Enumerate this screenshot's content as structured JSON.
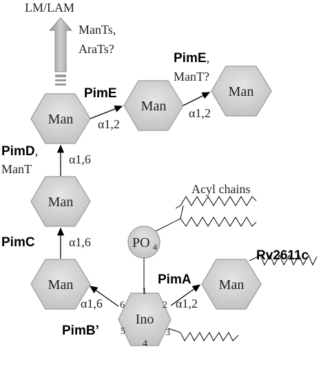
{
  "top_label": "LM/LAM",
  "arrow_note": [
    "ManTs,",
    "AraTs?"
  ],
  "nodes": {
    "man_top_left": "Man",
    "man_top_mid": "Man",
    "man_top_right": "Man",
    "man_mid": "Man",
    "man_low": "Man",
    "man_right": "Man",
    "inositol": "Ino",
    "phosphate": "PO"
  },
  "phosphate_subscript": "4",
  "inositol_positions": [
    "1",
    "2",
    "3",
    "4",
    "5",
    "6"
  ],
  "bonds": {
    "pime1": "α1,2",
    "pime2": "α1,2",
    "pimd": "α1,6",
    "pimc": "α1,6",
    "pimb": "α1,6",
    "pima": "α1,2"
  },
  "enzymes": {
    "pime1": "PimE",
    "pime2_name": "PimE",
    "pime2_suffix": ",",
    "pime2_note": "ManT?",
    "pimd_name": "PimD",
    "pimd_suffix": ",",
    "pimd_note": "ManT",
    "pimc": "PimC",
    "pimb": "PimB’",
    "pima": "PimA",
    "rv": "Rv2611c"
  },
  "acyl_label": "Acyl chains",
  "colors": {
    "hexagon_fill": "#cccccc",
    "hexagon_stroke": "#9a9a9a",
    "arrow_fill": "#a9a9a9",
    "line": "#000000"
  }
}
